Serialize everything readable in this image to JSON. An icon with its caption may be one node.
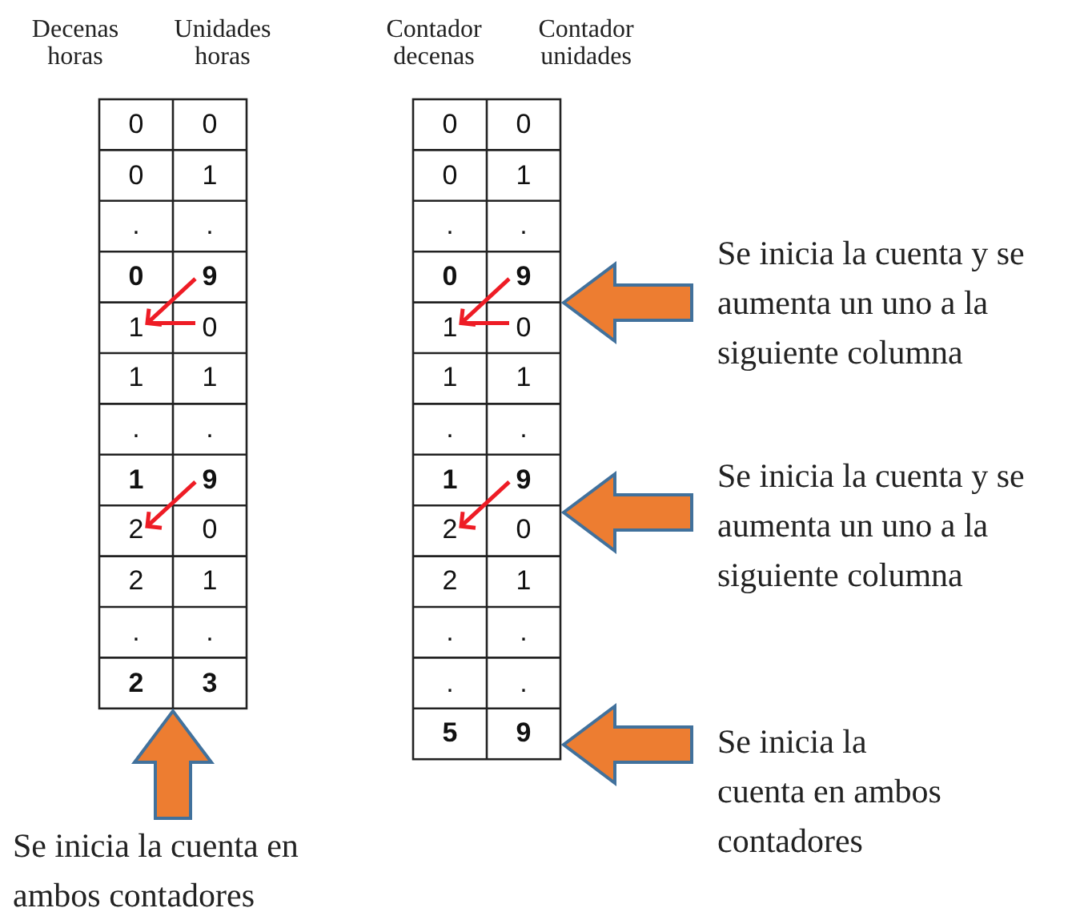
{
  "diagram": {
    "nodes": [
      {
        "text": [
          "Se inicia la cuenta y se aumenta un uno a la siguiente columna"
        ]
      },
      {
        "text": [
          "Se inicia la cuenta y se aumenta un uno a la siguiente columna"
        ]
      },
      {
        "text": [
          "Se inicia la cuenta en ambos contadores"
        ]
      },
      {
        "text": [
          "Se inicia la cuenta en ambos contadores"
        ]
      }
    ],
    "edges": [
      {
        "from": 0,
        "to": null,
        "arrow": "to"
      },
      {
        "from": 1,
        "to": null,
        "arrow": "to"
      },
      {
        "from": 2,
        "to": null,
        "arrow": "to"
      },
      {
        "from": 3,
        "to": null,
        "arrow": "to"
      }
    ],
    "labels": [
      "Decenas horas",
      "Unidades horas",
      "Contador decenas",
      "Contador unidades",
      "0",
      "0",
      "0",
      "1",
      ".",
      ".",
      "0",
      "9",
      "1",
      "0",
      "1",
      "1",
      ".",
      ".",
      "1",
      "9",
      "2",
      "0",
      "2",
      "1",
      ".",
      ".",
      "2",
      "3",
      "0",
      "0",
      "0",
      "1",
      ".",
      ".",
      "0",
      "9",
      "1",
      "0",
      "1",
      "1",
      ".",
      ".",
      "1",
      "9",
      "2",
      "0",
      "2",
      "1",
      ".",
      ".",
      ".",
      ".",
      "5",
      "9"
    ]
  }
}
